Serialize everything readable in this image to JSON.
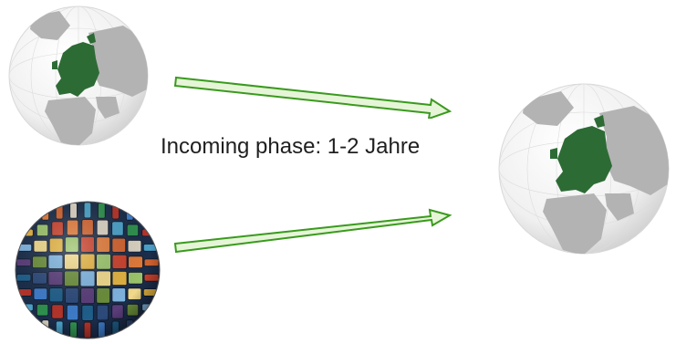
{
  "diagram": {
    "caption": "Incoming phase: 1-2 Jahre",
    "nodes": [
      {
        "id": "source-europe",
        "icon": "europe-globe-icon"
      },
      {
        "id": "source-media",
        "icon": "photo-mosaic-globe-icon"
      },
      {
        "id": "target-europe",
        "icon": "europe-globe-icon"
      }
    ],
    "edges": [
      {
        "from": "source-europe",
        "to": "target-europe"
      },
      {
        "from": "source-media",
        "to": "target-europe"
      }
    ],
    "colors": {
      "arrow_stroke": "#3a9a1e",
      "arrow_fill": "#e6f5d8",
      "europe": "#2d6b35",
      "land": "#a8a8a8",
      "ocean": "#f4f4f4"
    }
  }
}
